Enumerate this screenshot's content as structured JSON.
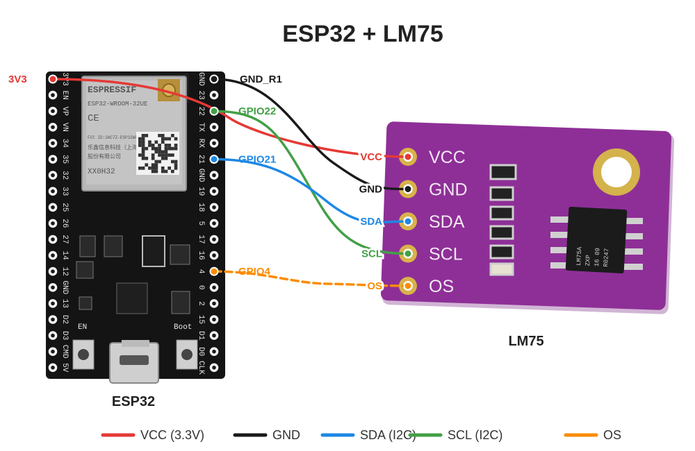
{
  "title": "ESP32 + LM75",
  "boards": {
    "esp32": {
      "label": "ESP32",
      "module_brand": "ESPRESSIF",
      "module_model": "ESP32-WROOM-32UE",
      "module_fcc": "FCC ID:2AC7Z-ESP32WROOM32UE",
      "module_maker": "乐鑫信息科技（上海）",
      "module_maker2": "股份有限公司",
      "module_code": "XX0H32",
      "button_en": "EN",
      "button_boot": "Boot",
      "left_pins": [
        "3V3",
        "EN",
        "VP",
        "VN",
        "34",
        "35",
        "32",
        "33",
        "25",
        "26",
        "27",
        "14",
        "12",
        "GND",
        "13",
        "D2",
        "D3",
        "CMD",
        "5V"
      ],
      "right_pins": [
        "GND",
        "23",
        "22",
        "TX",
        "RX",
        "21",
        "GND",
        "19",
        "18",
        "5",
        "17",
        "16",
        "4",
        "0",
        "2",
        "15",
        "D1",
        "D0",
        "CLK"
      ]
    },
    "lm75": {
      "label": "LM75",
      "pins": [
        "VCC",
        "GND",
        "SDA",
        "SCL",
        "OS"
      ],
      "chip_marking": [
        "LM75A",
        "ZXP",
        "16 09",
        "R0247"
      ]
    }
  },
  "connections": [
    {
      "name": "vcc",
      "from_label": "3V3",
      "to_label": "VCC",
      "color": "#e53935",
      "dashed": false
    },
    {
      "name": "gnd",
      "from_label": "GND_R1",
      "to_label": "GND",
      "color": "#1a1a1a",
      "dashed": false
    },
    {
      "name": "scl",
      "from_label": "GPIO22",
      "to_label": "SCL",
      "color": "#43a047",
      "dashed": false
    },
    {
      "name": "sda",
      "from_label": "GPIO21",
      "to_label": "SDA",
      "color": "#1e88e5",
      "dashed": false
    },
    {
      "name": "os",
      "from_label": "GPIO4",
      "to_label": "OS",
      "color": "#fb8c00",
      "dashed": true
    }
  ],
  "legend": [
    {
      "label": "VCC (3.3V)",
      "color": "#e53935"
    },
    {
      "label": "GND",
      "color": "#1a1a1a"
    },
    {
      "label": "SDA (I2C)",
      "color": "#1e88e5"
    },
    {
      "label": "SCL (I2C)",
      "color": "#43a047"
    },
    {
      "label": "OS",
      "color": "#fb8c00"
    }
  ]
}
